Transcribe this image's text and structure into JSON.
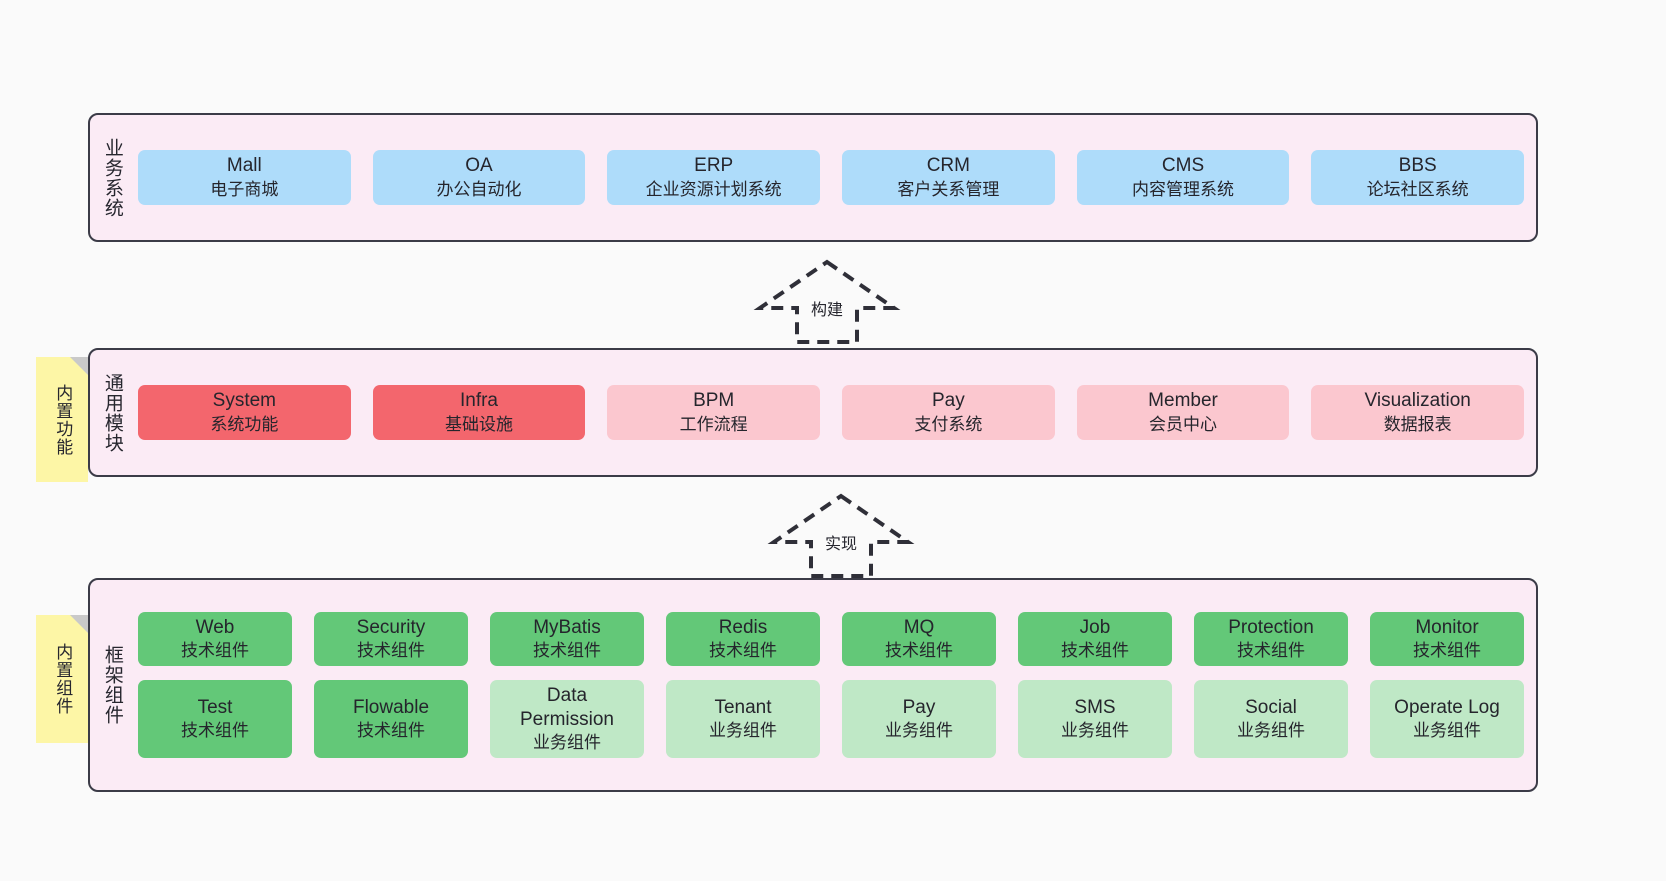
{
  "diagram": {
    "background_color": "#fafafa",
    "panel_fill": "#fbebf5",
    "panel_border": "#3b3b47",
    "note_fill": "#fdf6a6"
  },
  "sections": [
    {
      "id": "business-systems",
      "title": "业务系统",
      "note": null,
      "rows": [
        [
          {
            "name": "Mall",
            "sub": "电子商城",
            "color": "#aedcfa",
            "style": "c-blue"
          },
          {
            "name": "OA",
            "sub": "办公自动化",
            "color": "#aedcfa",
            "style": "c-blue"
          },
          {
            "name": "ERP",
            "sub": "企业资源计划系统",
            "color": "#aedcfa",
            "style": "c-blue"
          },
          {
            "name": "CRM",
            "sub": "客户关系管理",
            "color": "#aedcfa",
            "style": "c-blue"
          },
          {
            "name": "CMS",
            "sub": "内容管理系统",
            "color": "#aedcfa",
            "style": "c-blue"
          },
          {
            "name": "BBS",
            "sub": "论坛社区系统",
            "color": "#aedcfa",
            "style": "c-blue"
          }
        ]
      ]
    },
    {
      "id": "common-modules",
      "title": "通用模块",
      "note": "内置功能",
      "rows": [
        [
          {
            "name": "System",
            "sub": "系统功能",
            "color": "#f3666d",
            "style": "c-red"
          },
          {
            "name": "Infra",
            "sub": "基础设施",
            "color": "#f3666d",
            "style": "c-red"
          },
          {
            "name": "BPM",
            "sub": "工作流程",
            "color": "#fbc7cf",
            "style": "c-pink"
          },
          {
            "name": "Pay",
            "sub": "支付系统",
            "color": "#fbc7cf",
            "style": "c-pink"
          },
          {
            "name": "Member",
            "sub": "会员中心",
            "color": "#fbc7cf",
            "style": "c-pink"
          },
          {
            "name": "Visualization",
            "sub": "数据报表",
            "color": "#fbc7cf",
            "style": "c-pink"
          }
        ]
      ]
    },
    {
      "id": "framework-components",
      "title": "框架组件",
      "note": "内置组件",
      "rows": [
        [
          {
            "name": "Web",
            "sub": "技术组件",
            "color": "#63c878",
            "style": "c-green"
          },
          {
            "name": "Security",
            "sub": "技术组件",
            "color": "#63c878",
            "style": "c-green"
          },
          {
            "name": "MyBatis",
            "sub": "技术组件",
            "color": "#63c878",
            "style": "c-green"
          },
          {
            "name": "Redis",
            "sub": "技术组件",
            "color": "#63c878",
            "style": "c-green"
          },
          {
            "name": "MQ",
            "sub": "技术组件",
            "color": "#63c878",
            "style": "c-green"
          },
          {
            "name": "Job",
            "sub": "技术组件",
            "color": "#63c878",
            "style": "c-green"
          },
          {
            "name": "Protection",
            "sub": "技术组件",
            "color": "#63c878",
            "style": "c-green"
          },
          {
            "name": "Monitor",
            "sub": "技术组件",
            "color": "#63c878",
            "style": "c-green"
          }
        ],
        [
          {
            "name": "Test",
            "sub": "技术组件",
            "color": "#63c878",
            "style": "c-green"
          },
          {
            "name": "Flowable",
            "sub": "技术组件",
            "color": "#63c878",
            "style": "c-green"
          },
          {
            "name": "Data",
            "name2": "Permission",
            "sub": "业务组件",
            "color": "#bfe8c6",
            "style": "c-greenlite"
          },
          {
            "name": "Tenant",
            "sub": "业务组件",
            "color": "#bfe8c6",
            "style": "c-greenlite"
          },
          {
            "name": "Pay",
            "sub": "业务组件",
            "color": "#bfe8c6",
            "style": "c-greenlite"
          },
          {
            "name": "SMS",
            "sub": "业务组件",
            "color": "#bfe8c6",
            "style": "c-greenlite"
          },
          {
            "name": "Social",
            "sub": "业务组件",
            "color": "#bfe8c6",
            "style": "c-greenlite"
          },
          {
            "name": "Operate Log",
            "sub": "业务组件",
            "color": "#bfe8c6",
            "style": "c-greenlite"
          }
        ]
      ]
    }
  ],
  "connectors": [
    {
      "id": "build-arrow",
      "label": "构建",
      "direction": "up",
      "style": "dashed-hollow"
    },
    {
      "id": "implement-arrow",
      "label": "实现",
      "direction": "up",
      "style": "dashed-hollow"
    }
  ]
}
